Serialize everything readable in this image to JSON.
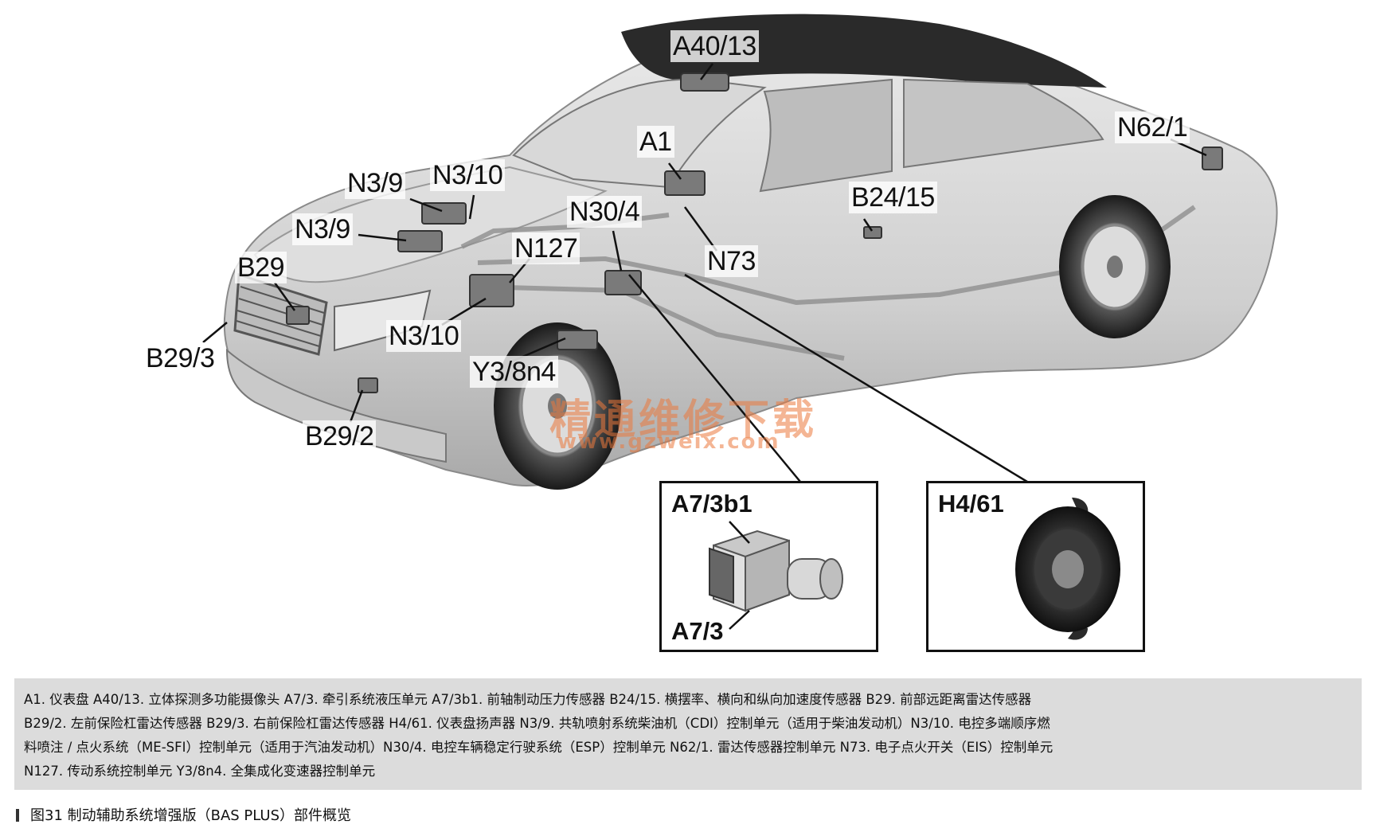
{
  "callouts": {
    "a40_13": "A40/13",
    "a1": "A1",
    "n62_1": "N62/1",
    "n3_9_upper": "N3/9",
    "n3_10_upper": "N3/10",
    "n30_4": "N30/4",
    "b24_15": "B24/15",
    "n3_9_lower": "N3/9",
    "n127": "N127",
    "n73": "N73",
    "b29": "B29",
    "n3_10_lower": "N3/10",
    "b29_3": "B29/3",
    "y3_8n4": "Y3/8n4",
    "b29_2": "B29/2"
  },
  "insets": {
    "hydraulic": {
      "label_top": "A7/3b1",
      "label_bottom": "A7/3"
    },
    "speaker": {
      "label": "H4/61"
    }
  },
  "watermark": {
    "text": "精通维修下载",
    "url": "www.gzweix.com"
  },
  "legend": {
    "lines": [
      "A1. 仪表盘   A40/13. 立体探测多功能摄像头   A7/3. 牵引系统液压单元   A7/3b1. 前轴制动压力传感器      B24/15. 横摆率、横向和纵向加速度传感器   B29. 前部远距离雷达传感器",
      "B29/2. 左前保险杠雷达传感器   B29/3. 右前保险杠雷达传感器     H4/61. 仪表盘扬声器     N3/9. 共轨喷射系统柴油机（CDI）控制单元（适用于柴油发动机）N3/10. 电控多端顺序燃",
      "料喷注 / 点火系统（ME-SFI）控制单元（适用于汽油发动机）N30/4. 电控车辆稳定行驶系统（ESP）控制单元   N62/1. 雷达传感器控制单元   N73. 电子点火开关（EIS）控制单元",
      "N127. 传动系统控制单元  Y3/8n4. 全集成化变速器控制单元"
    ]
  },
  "caption": "图31  制动辅助系统增强版（BAS PLUS）部件概览",
  "colors": {
    "legend_bg": "#dcdcdc",
    "watermark": "#eb783c",
    "car_body": "#cfcfcf",
    "car_roof": "#2a2a2a"
  }
}
